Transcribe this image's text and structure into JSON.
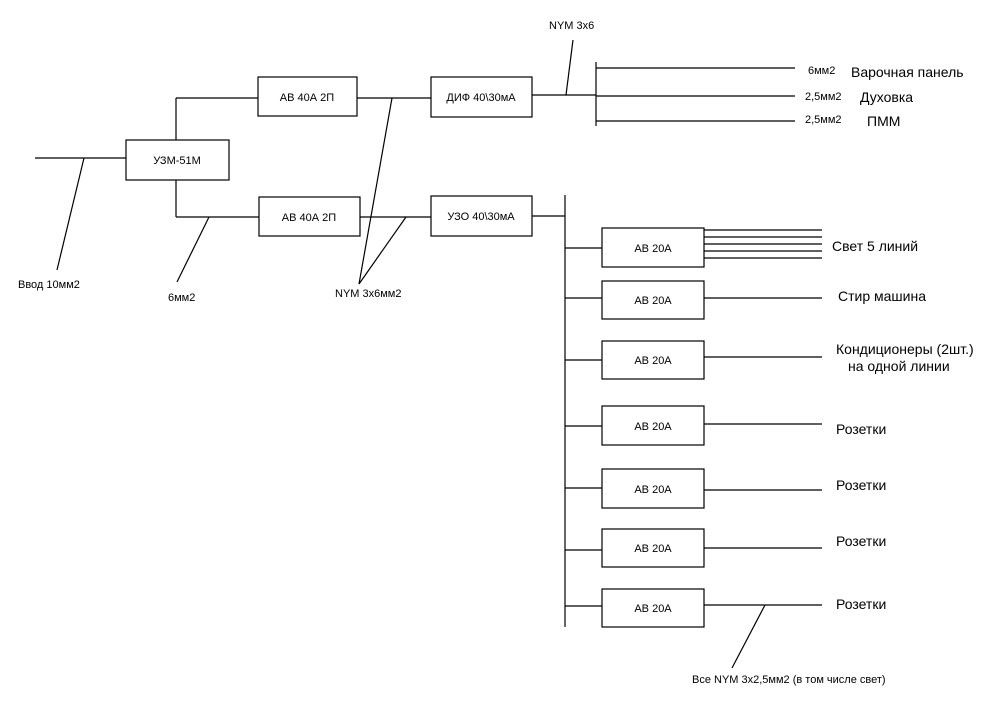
{
  "devices": {
    "uzm": "УЗМ-51М",
    "av_top": "АВ 40А 2П",
    "av_bottom": "АВ 40А 2П",
    "dif": "ДИФ 40\\30мА",
    "uzo": "УЗО 40\\30мА",
    "av20": [
      "АВ 20А",
      "АВ 20А",
      "АВ 20А",
      "АВ 20А",
      "АВ 20А",
      "АВ 20А",
      "АВ 20А"
    ]
  },
  "cables": {
    "input": "Ввод 10мм2",
    "branch": "6мм2",
    "nym_middle": "NYM 3х6мм2",
    "nym_top": "NYM 3х6",
    "nym_all": "Все NYM 3х2,5мм2 (в том числе свет)"
  },
  "top_loads": [
    {
      "section": "6мм2",
      "name": "Варочная панель"
    },
    {
      "section": "2,5мм2",
      "name": "Духовка"
    },
    {
      "section": "2,5мм2",
      "name": "ПММ"
    }
  ],
  "bottom_loads": [
    "Свет 5 линий",
    "Стир машина",
    "Кондиционеры (2шт.)",
    "на одной линии",
    "Розетки",
    "Розетки",
    "Розетки",
    "Розетки"
  ]
}
